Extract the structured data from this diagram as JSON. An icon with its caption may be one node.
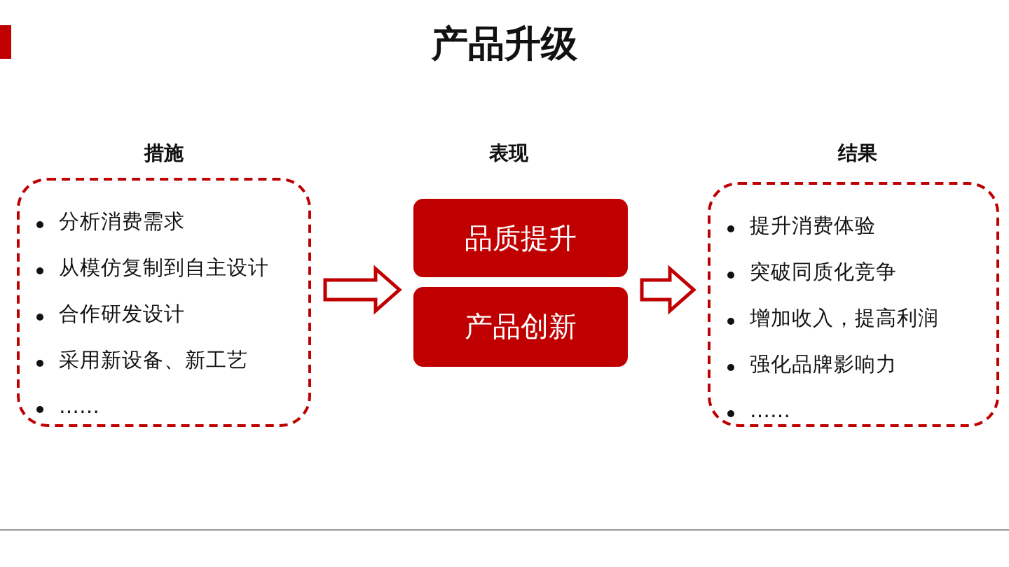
{
  "diagram": {
    "title": "产品升级",
    "nodes": [
      {
        "text": [
          "分析消费需求",
          "从模仿复制到自主设计",
          "合作研发设计",
          "采用新设备、新工艺",
          "……"
        ]
      },
      {
        "text": [
          "品质提升"
        ]
      },
      {
        "text": [
          "产品创新"
        ]
      },
      {
        "text": [
          "提升消费体验",
          "突破同质化竞争",
          "增加收入，提高利润",
          "强化品牌影响力",
          "……"
        ]
      }
    ],
    "edges": [
      {
        "from": 0,
        "to": 1,
        "arrow": "to",
        "style": "thick"
      },
      {
        "from": 0,
        "to": 2,
        "arrow": "to",
        "style": "thick"
      },
      {
        "from": 1,
        "to": 3,
        "arrow": "to",
        "style": "thick"
      },
      {
        "from": 2,
        "to": 3,
        "arrow": "to",
        "style": "thick"
      }
    ],
    "labels": [
      "措施",
      "表现",
      "结果"
    ]
  }
}
